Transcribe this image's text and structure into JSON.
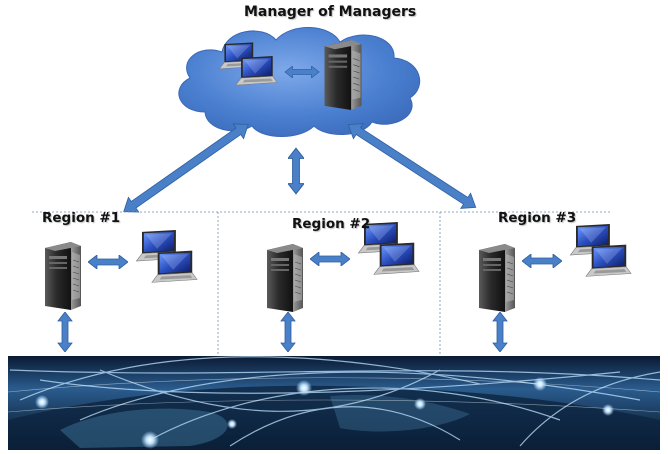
{
  "diagram": {
    "title": "Manager of Managers",
    "regions": [
      {
        "label": "Region #1"
      },
      {
        "label": "Region #2"
      },
      {
        "label": "Region #3"
      }
    ],
    "colors": {
      "cloud": "#4a7fd0",
      "arrow": "#4a80c8",
      "arrow_outline": "#2f5fa0",
      "divider": "#6f8fb0",
      "server_body": "#2a2a2a",
      "laptop_screen": "#2b4fc0",
      "globe_glow": "#9fd0ff"
    },
    "icons": [
      "cloud-icon",
      "laptop-icon",
      "server-icon",
      "double-arrow-icon",
      "globe-network-image"
    ]
  }
}
